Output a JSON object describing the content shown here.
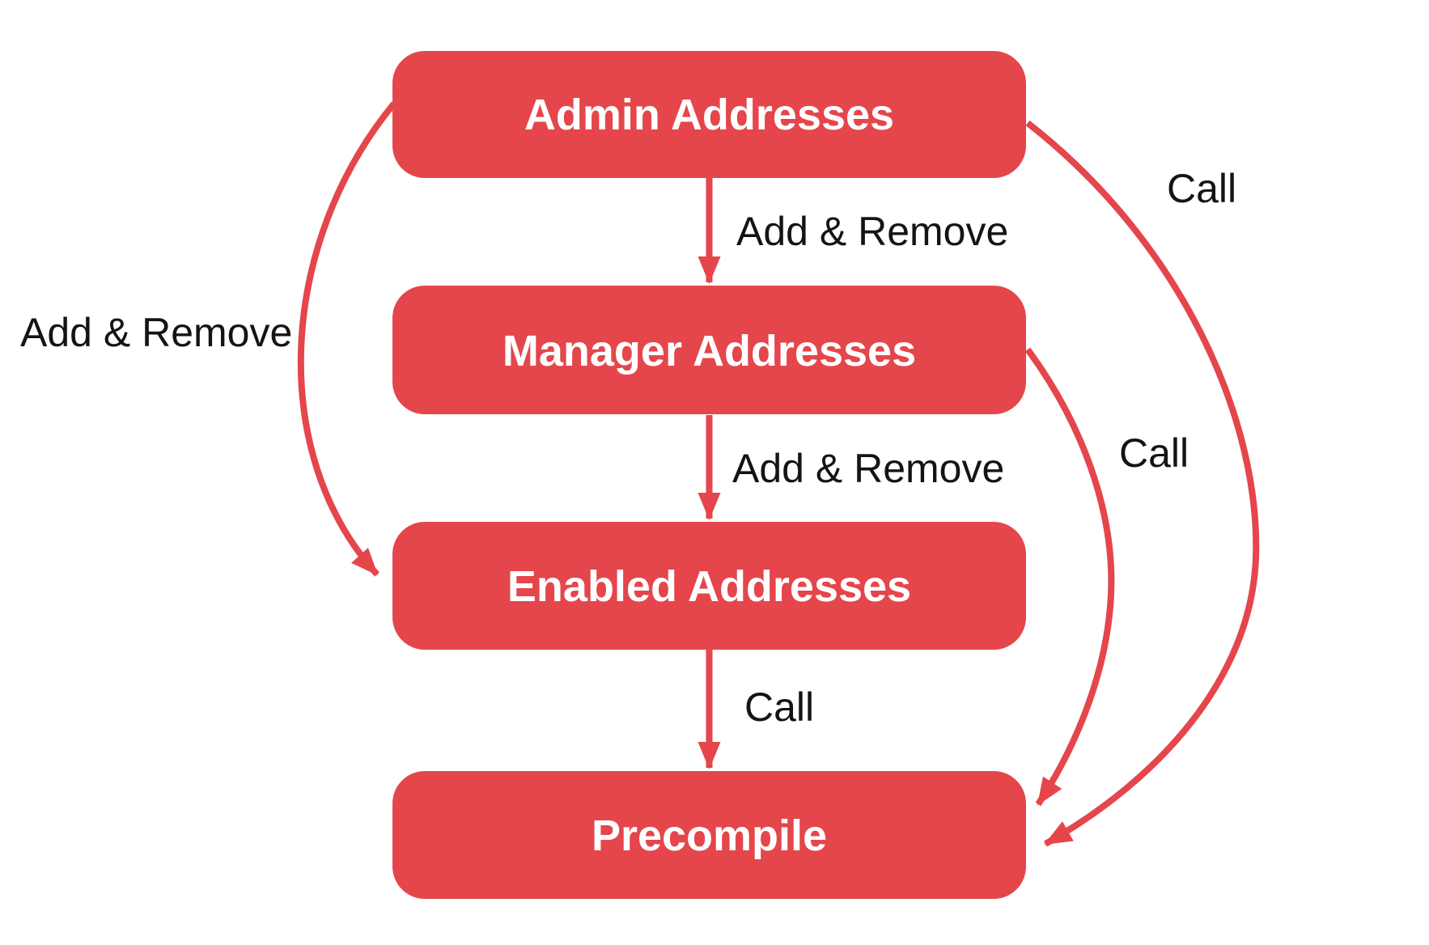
{
  "diagram": {
    "background": "#FFFFFF",
    "colors": {
      "node_fill": "#E4464B",
      "node_text": "#FFFFFF",
      "edge_stroke": "#E4464B",
      "edge_label_text": "#141414"
    },
    "nodes": [
      {
        "id": "admin",
        "label": "Admin Addresses"
      },
      {
        "id": "manager",
        "label": "Manager Addresses"
      },
      {
        "id": "enabled",
        "label": "Enabled Addresses"
      },
      {
        "id": "precompile",
        "label": "Precompile"
      }
    ],
    "edges": [
      {
        "id": "admin-to-manager",
        "from": "admin",
        "to": "manager",
        "label": "Add & Remove"
      },
      {
        "id": "manager-to-enabled",
        "from": "manager",
        "to": "enabled",
        "label": "Add & Remove"
      },
      {
        "id": "enabled-to-precompile",
        "from": "enabled",
        "to": "precompile",
        "label": "Call"
      },
      {
        "id": "admin-to-enabled",
        "from": "admin",
        "to": "enabled",
        "label": "Add & Remove"
      },
      {
        "id": "admin-to-precompile",
        "from": "admin",
        "to": "precompile",
        "label": "Call"
      },
      {
        "id": "manager-to-precompile",
        "from": "manager",
        "to": "precompile",
        "label": "Call"
      }
    ]
  }
}
